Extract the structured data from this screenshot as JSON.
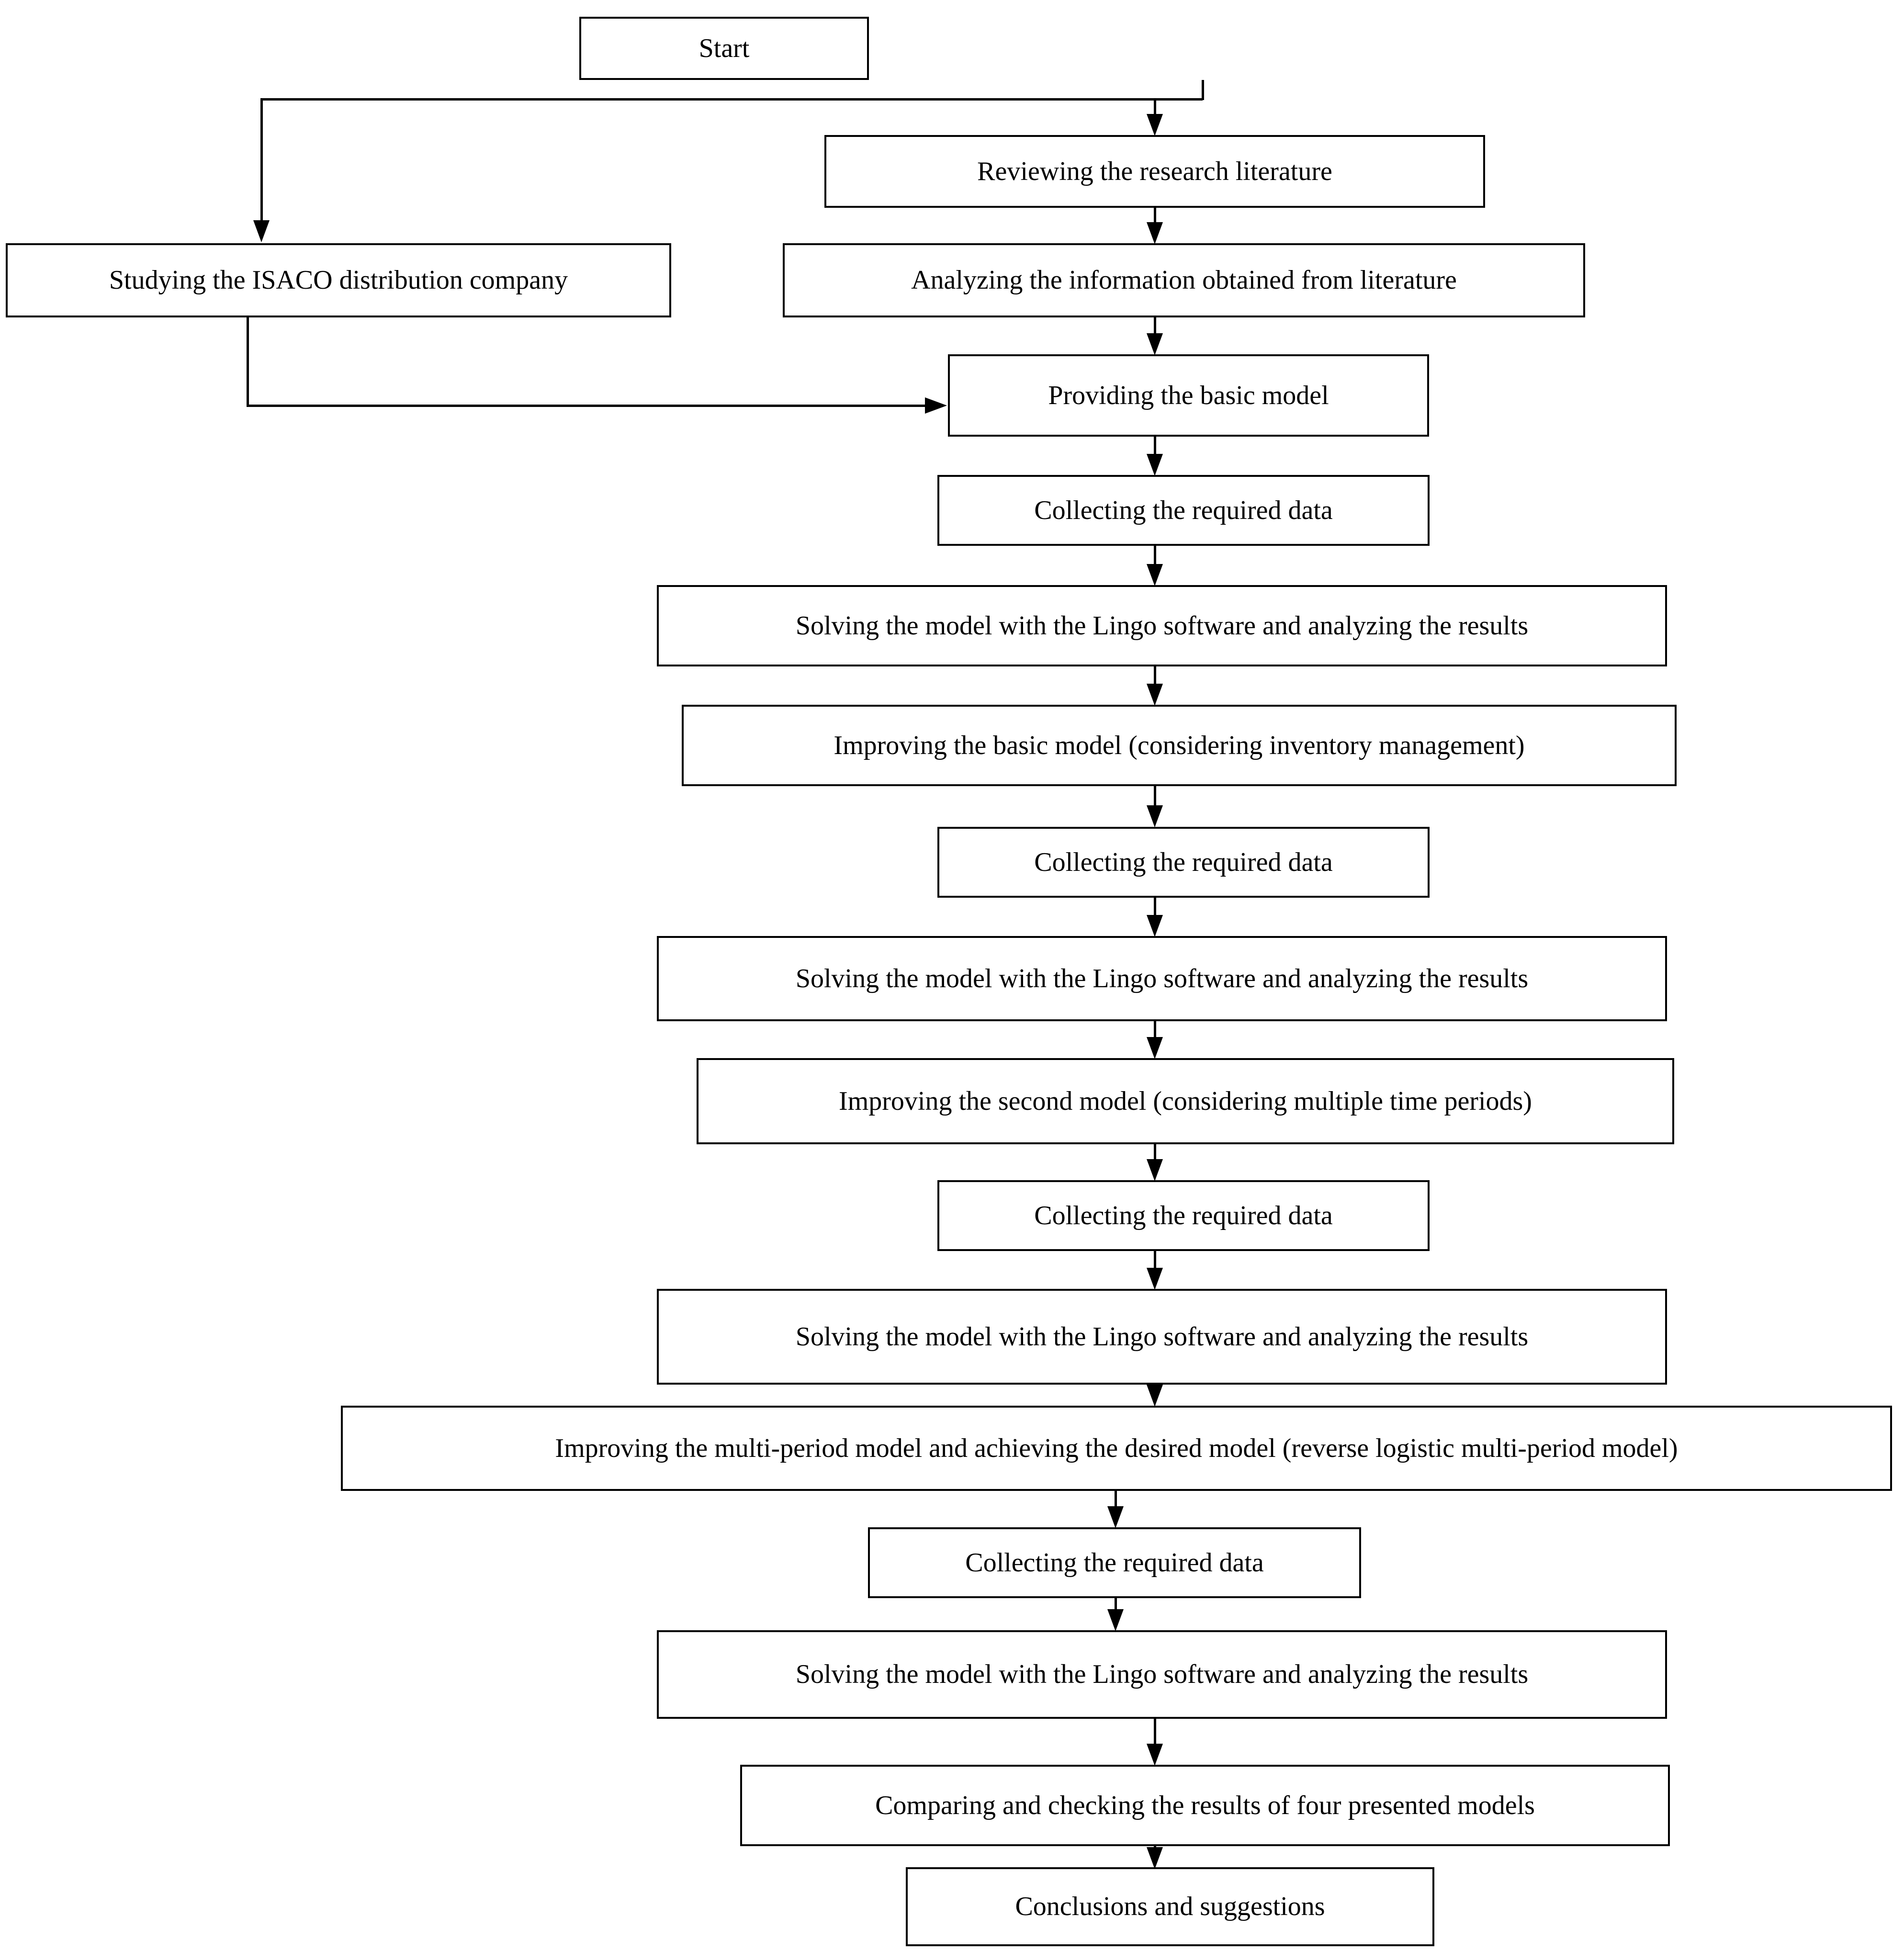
{
  "diagram": {
    "title": "Research methodology flowchart",
    "type": "flowchart",
    "orientation": "top-to-bottom",
    "stroke_color": "#000000",
    "fill_color": "#ffffff",
    "nodes": [
      {
        "id": "start",
        "label": "Start"
      },
      {
        "id": "review",
        "label": "Reviewing the research literature"
      },
      {
        "id": "isaco",
        "label": "Studying the ISACO distribution company"
      },
      {
        "id": "analyze",
        "label": "Analyzing the information obtained from literature"
      },
      {
        "id": "basic-model",
        "label": "Providing the basic model"
      },
      {
        "id": "collect-1",
        "label": "Collecting the required data"
      },
      {
        "id": "solve-1",
        "label": "Solving the model with the Lingo software and analyzing the results"
      },
      {
        "id": "improve-basic",
        "label": "Improving the basic model (considering inventory management)"
      },
      {
        "id": "collect-2",
        "label": "Collecting the required data"
      },
      {
        "id": "solve-2",
        "label": "Solving the model with the Lingo software and analyzing the results"
      },
      {
        "id": "improve-second",
        "label": "Improving the second model (considering multiple time periods)"
      },
      {
        "id": "collect-3",
        "label": "Collecting the required data"
      },
      {
        "id": "solve-3",
        "label": "Solving the model with the Lingo software and analyzing the results"
      },
      {
        "id": "improve-multi",
        "label": "Improving the multi-period model and achieving the desired model (reverse logistic multi-period model)"
      },
      {
        "id": "collect-4",
        "label": "Collecting the required data"
      },
      {
        "id": "solve-4",
        "label": "Solving the model with the Lingo software and analyzing the results"
      },
      {
        "id": "compare",
        "label": "Comparing and checking the results of four presented models"
      },
      {
        "id": "conclusions",
        "label": "Conclusions and suggestions"
      }
    ],
    "edges": [
      {
        "from": "start",
        "to": "review",
        "style": "elbow-right"
      },
      {
        "from": "start",
        "to": "isaco",
        "style": "elbow-left"
      },
      {
        "from": "review",
        "to": "analyze",
        "style": "straight"
      },
      {
        "from": "analyze",
        "to": "basic-model",
        "style": "straight"
      },
      {
        "from": "isaco",
        "to": "basic-model",
        "style": "elbow-right"
      },
      {
        "from": "basic-model",
        "to": "collect-1",
        "style": "straight"
      },
      {
        "from": "collect-1",
        "to": "solve-1",
        "style": "straight"
      },
      {
        "from": "solve-1",
        "to": "improve-basic",
        "style": "straight"
      },
      {
        "from": "improve-basic",
        "to": "collect-2",
        "style": "straight"
      },
      {
        "from": "collect-2",
        "to": "solve-2",
        "style": "straight"
      },
      {
        "from": "solve-2",
        "to": "improve-second",
        "style": "straight"
      },
      {
        "from": "improve-second",
        "to": "collect-3",
        "style": "straight"
      },
      {
        "from": "collect-3",
        "to": "solve-3",
        "style": "straight"
      },
      {
        "from": "solve-3",
        "to": "improve-multi",
        "style": "straight"
      },
      {
        "from": "improve-multi",
        "to": "collect-4",
        "style": "straight"
      },
      {
        "from": "collect-4",
        "to": "solve-4",
        "style": "straight"
      },
      {
        "from": "solve-4",
        "to": "compare",
        "style": "straight"
      },
      {
        "from": "compare",
        "to": "conclusions",
        "style": "straight"
      }
    ]
  }
}
